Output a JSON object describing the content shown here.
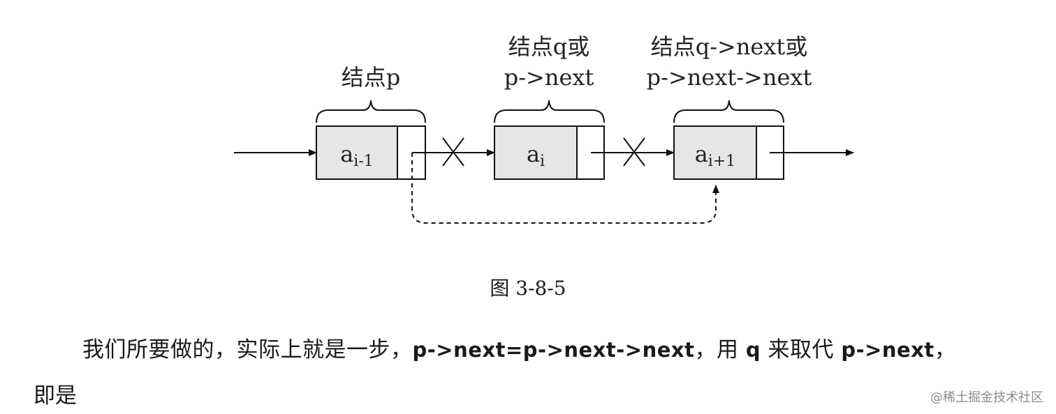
{
  "figure": {
    "labels": {
      "node_p": "结点p",
      "node_q_line1": "结点q或",
      "node_q_line2": "p->next",
      "node_next_line1": "结点q->next或",
      "node_next_line2": "p->next->next"
    },
    "nodes": [
      {
        "base": "a",
        "sub": "i-1"
      },
      {
        "base": "a",
        "sub": "i"
      },
      {
        "base": "a",
        "sub": "i+1"
      }
    ],
    "caption": "图 3-8-5"
  },
  "text": {
    "para_before": "我们所要做的，实际上就是一步，",
    "para_code1": "p->next=p->next->next",
    "para_mid": "，用 ",
    "para_code2": "q",
    "para_mid2": " 来取代 ",
    "para_code3": "p->next",
    "para_end": "，",
    "para_line2": "即是"
  },
  "watermark": "@稀土掘金技术社区",
  "colors": {
    "node_fill": "#e6e6e6",
    "stroke": "#111111",
    "text": "#222222"
  }
}
